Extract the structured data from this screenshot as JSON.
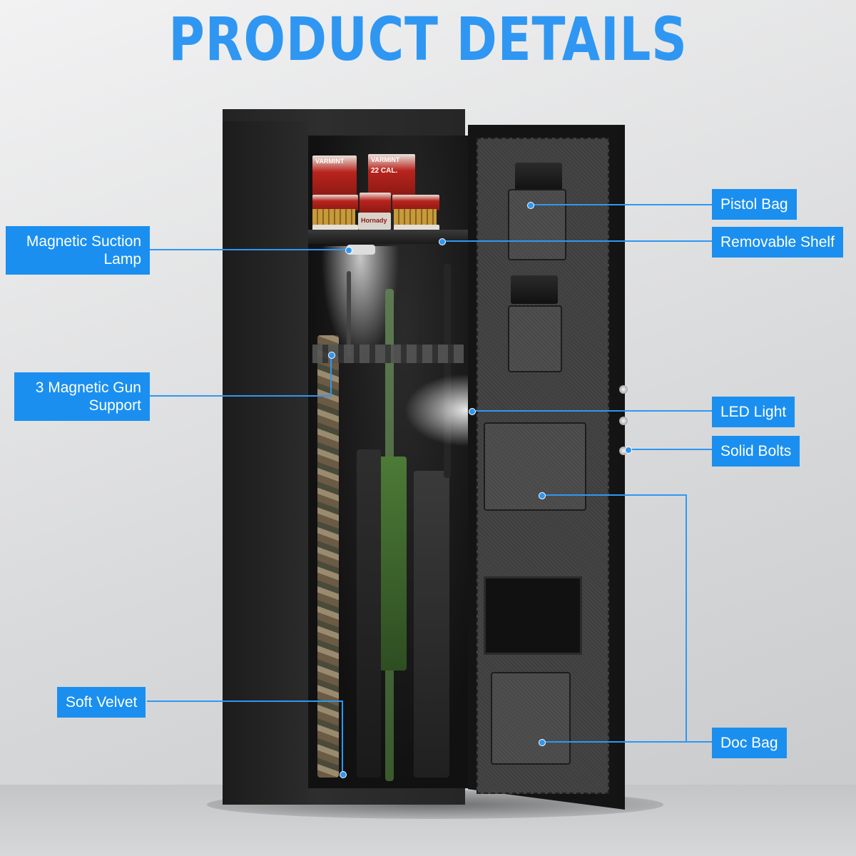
{
  "title": "PRODUCT DETAILS",
  "packaging": {
    "box_brand": "VARMINT",
    "box_caliber": "22 CAL.",
    "box_brand_2": "Hornady"
  },
  "callouts": {
    "pistol_bag": "Pistol Bag",
    "removable_shelf": "Removable Shelf",
    "magnetic_lamp_line1": "Magnetic Suction",
    "magnetic_lamp_line2": "Lamp",
    "gun_support_line1": "3 Magnetic Gun",
    "gun_support_line2": "Support",
    "led_light": "LED Light",
    "solid_bolts": "Solid Bolts",
    "soft_velvet": "Soft Velvet",
    "doc_bag": "Doc Bag"
  },
  "colors": {
    "accent": "#1a8ff0",
    "title": "#2f97f2",
    "cabinet": "#262626"
  }
}
